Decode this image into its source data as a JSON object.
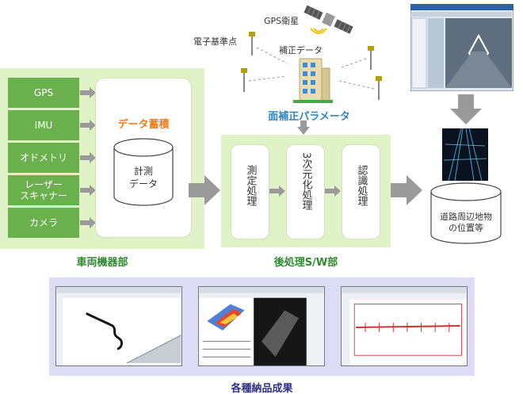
{
  "top": {
    "satellite_label": "GPS衛星",
    "reference_station_label": "電子基準点",
    "correction_data_label": "補正データ",
    "parameter_label": "面補正パラメータ"
  },
  "vehicle": {
    "sensors": [
      "GPS",
      "IMU",
      "オドメトリ",
      "レーザー\nスキャナー",
      "カメラ"
    ],
    "storage_title": "データ蓄積",
    "storage_db": "計測\nデータ",
    "caption": "車両機器部"
  },
  "post": {
    "steps": [
      "測定処理",
      "3次元化処理",
      "認識処理"
    ],
    "caption": "後処理S/W部"
  },
  "output": {
    "label": "道路周辺地物\nの位置等"
  },
  "deliverables": {
    "caption": "各種納品成果"
  },
  "colors": {
    "panel_green": "#dff3c6",
    "sensor_green": "#6ab04c",
    "arrow_gray": "#9a9a9a",
    "accent_orange": "#f07c1e",
    "accent_blue": "#2e86c1",
    "caption_green": "#2d8a2d",
    "panel_lavender": "#dcdcf4"
  }
}
